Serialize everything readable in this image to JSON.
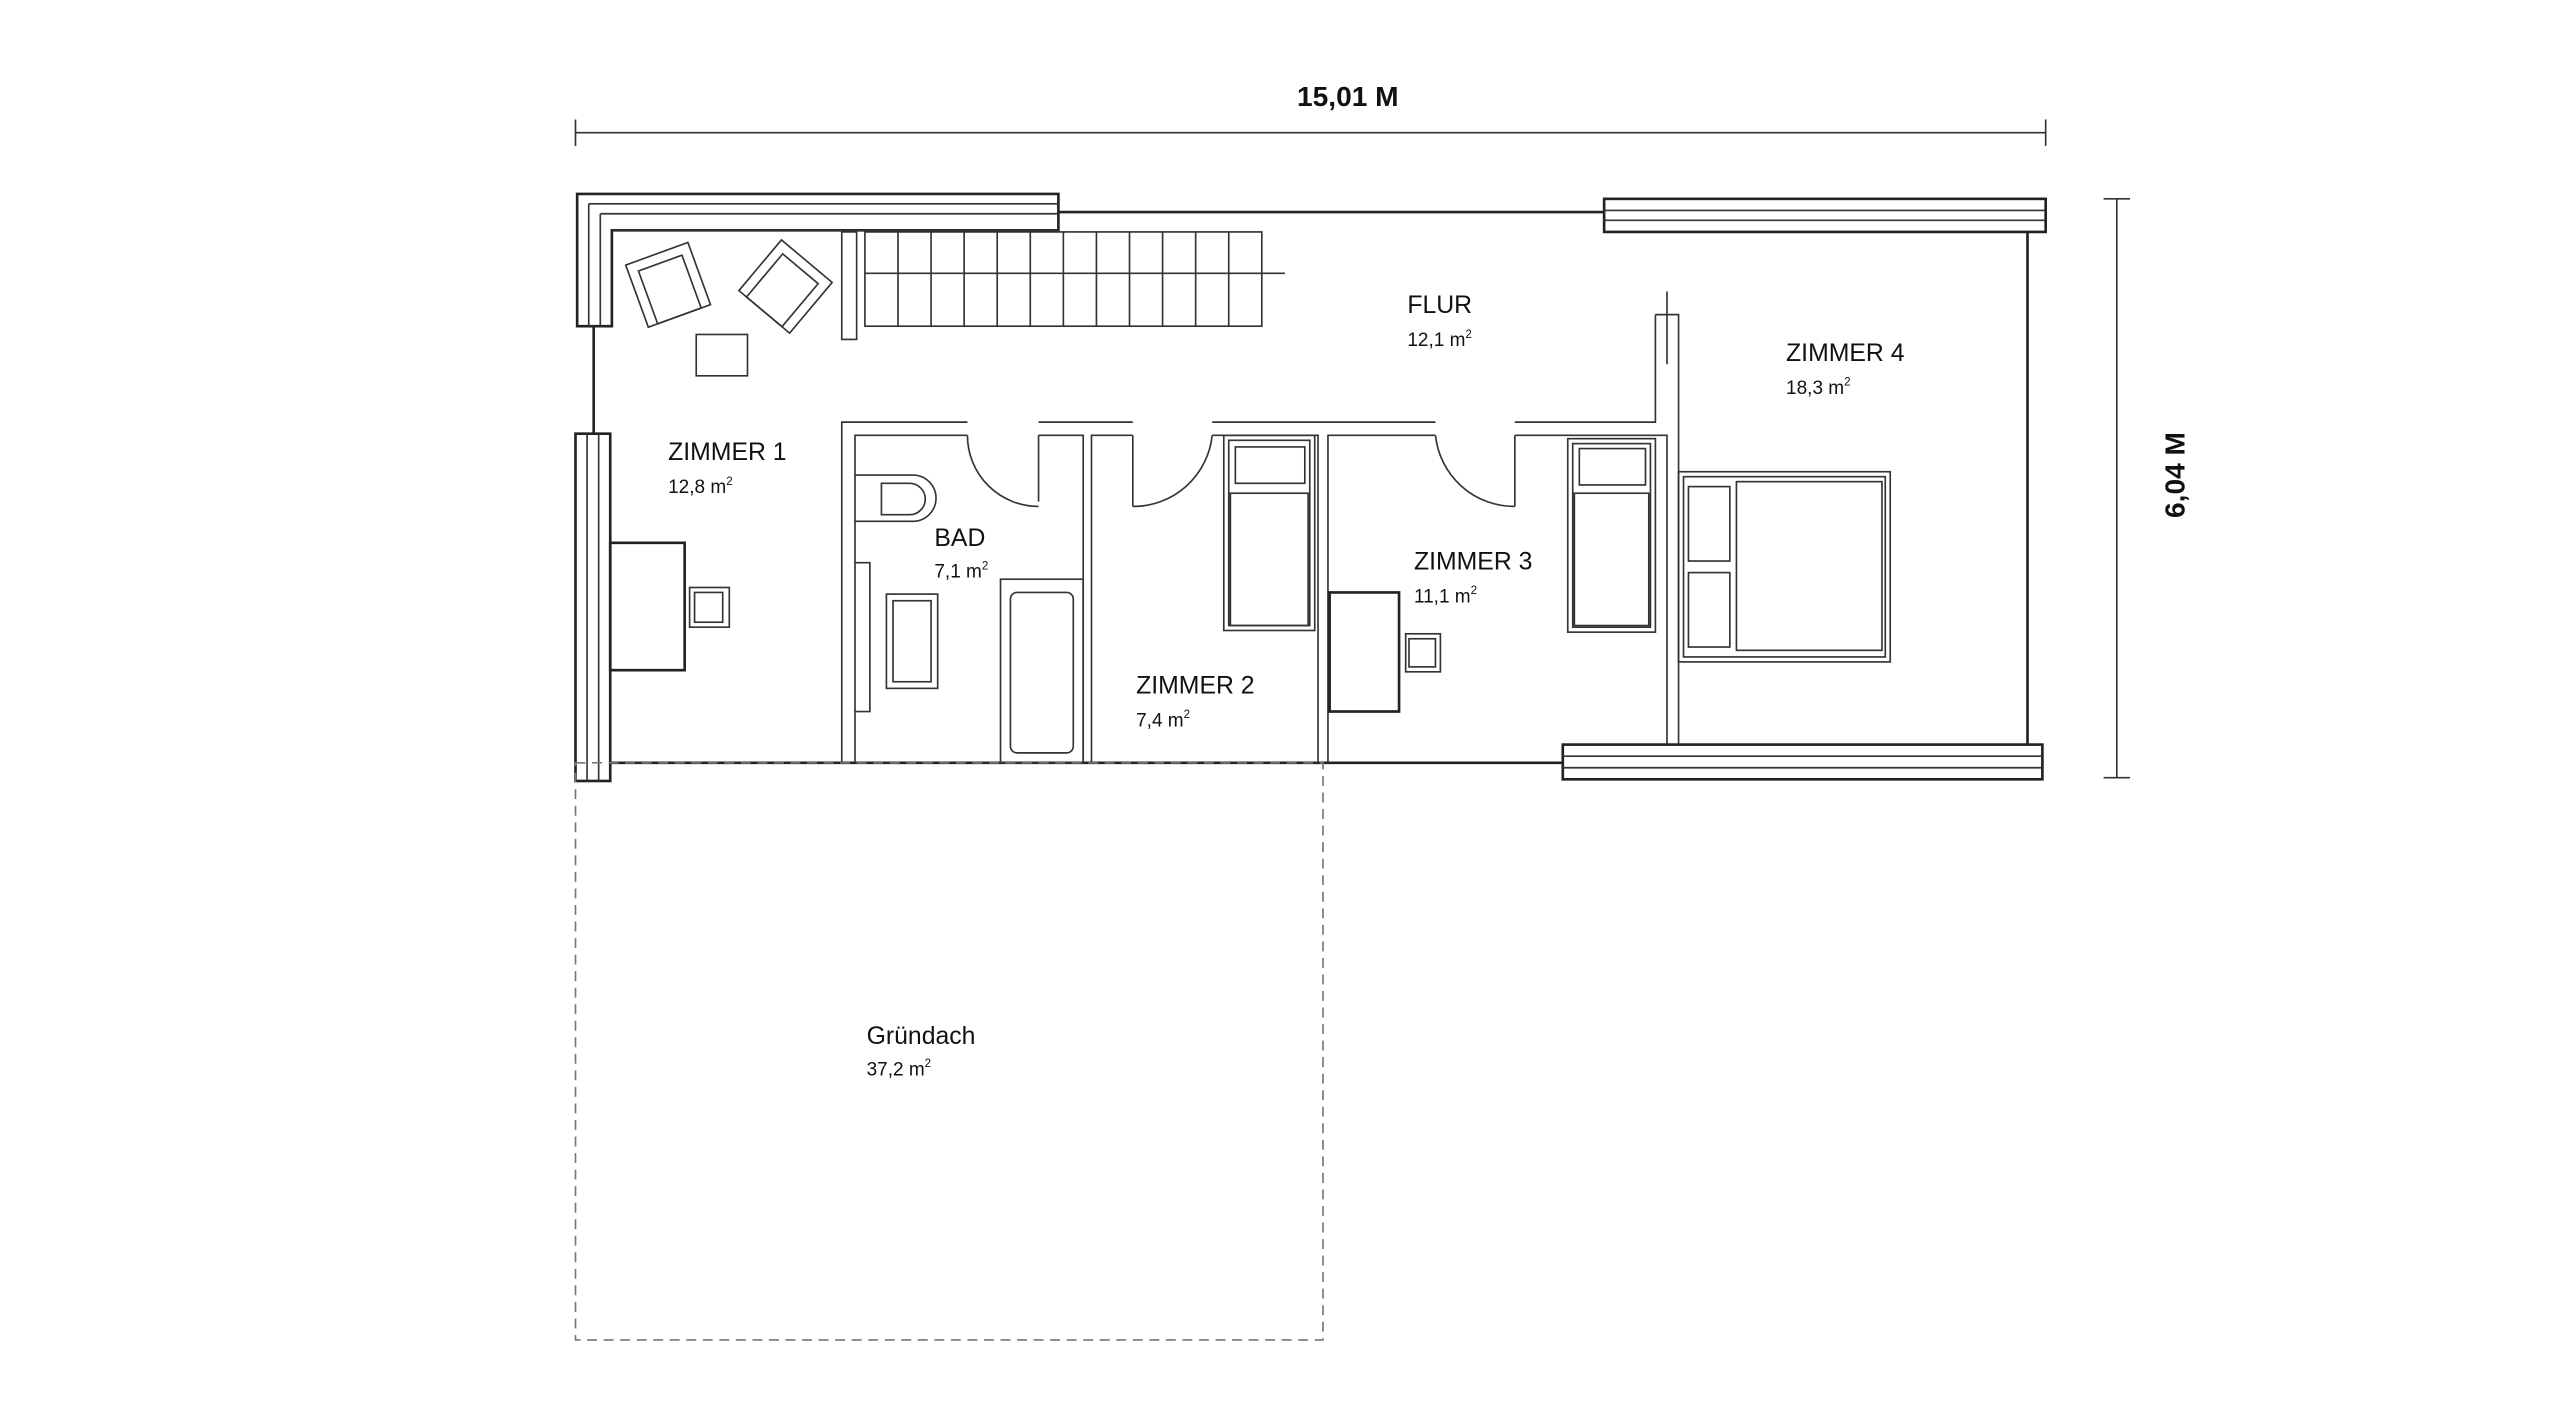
{
  "dimensions": {
    "width_label": "15,01 M",
    "height_label": "6,04 M"
  },
  "rooms": {
    "flur": {
      "name": "FLUR",
      "area": "12,1 m",
      "unit_sup": "2"
    },
    "zimmer1": {
      "name": "ZIMMER 1",
      "area": "12,8 m",
      "unit_sup": "2"
    },
    "bad": {
      "name": "BAD",
      "area": "7,1 m",
      "unit_sup": "2"
    },
    "zimmer2": {
      "name": "ZIMMER 2",
      "area": "7,4 m",
      "unit_sup": "2"
    },
    "zimmer3": {
      "name": "ZIMMER 3",
      "area": "11,1 m",
      "unit_sup": "2"
    },
    "zimmer4": {
      "name": "ZIMMER 4",
      "area": "18,3 m",
      "unit_sup": "2"
    },
    "gruendach": {
      "name": "Gründach",
      "area": "37,2 m",
      "unit_sup": "2"
    }
  },
  "colors": {
    "line": "#222222",
    "dashed": "#777777",
    "background": "#ffffff"
  }
}
